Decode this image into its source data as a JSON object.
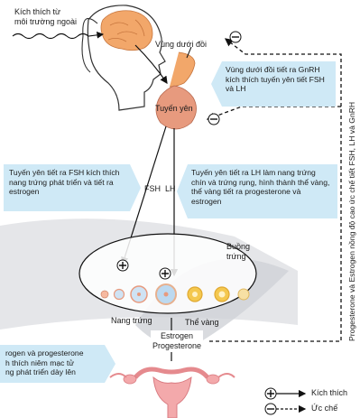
{
  "labels": {
    "stimulus": "Kích thích từ\nmôi trường ngoài",
    "hypothalamus": "Vùng dưới đồi",
    "pituitary": "Tuyến yên",
    "fsh": "FSH",
    "lh": "LH",
    "ovary": "Buồng\ntrứng",
    "follicle": "Nang trứng",
    "corpus_luteum": "Thể vàng",
    "hormones_ovary": "Estrogen\nProgesterone",
    "feedback_vertical": "Progesterone và Estrogen nồng độ cao ức chế tiết FSH, LH và GnRH"
  },
  "callouts": {
    "gnrh": "Vùng dưới đồi tiết ra GnRH kích thích tuyến yên tiết FSH và LH",
    "fsh_effect": "Tuyến yên tiết ra FSH kích thích nang trứng phát triển và tiết ra estrogen",
    "lh_effect": "Tuyến yên tiết ra LH làm nang trứng chín và trứng rụng, hình thành thể vàng, thể vàng tiết ra progesterone và estrogen",
    "uterus_effect": "rogen và progesterone\nh thích niêm mạc tử\nng phát triển dày lên"
  },
  "legend": {
    "stimulate": "Kích thích",
    "inhibit": "Ức chế"
  },
  "colors": {
    "callout_bg": "#cfe9f6",
    "brain": "#f2a76a",
    "pituitary": "#e79a7e",
    "uterus": "#f3a9ab",
    "ovary_band": "#d9dbe0",
    "arrow": "#111111"
  },
  "icons": {
    "plus": "plus-circle-icon",
    "minus": "minus-circle-icon"
  }
}
